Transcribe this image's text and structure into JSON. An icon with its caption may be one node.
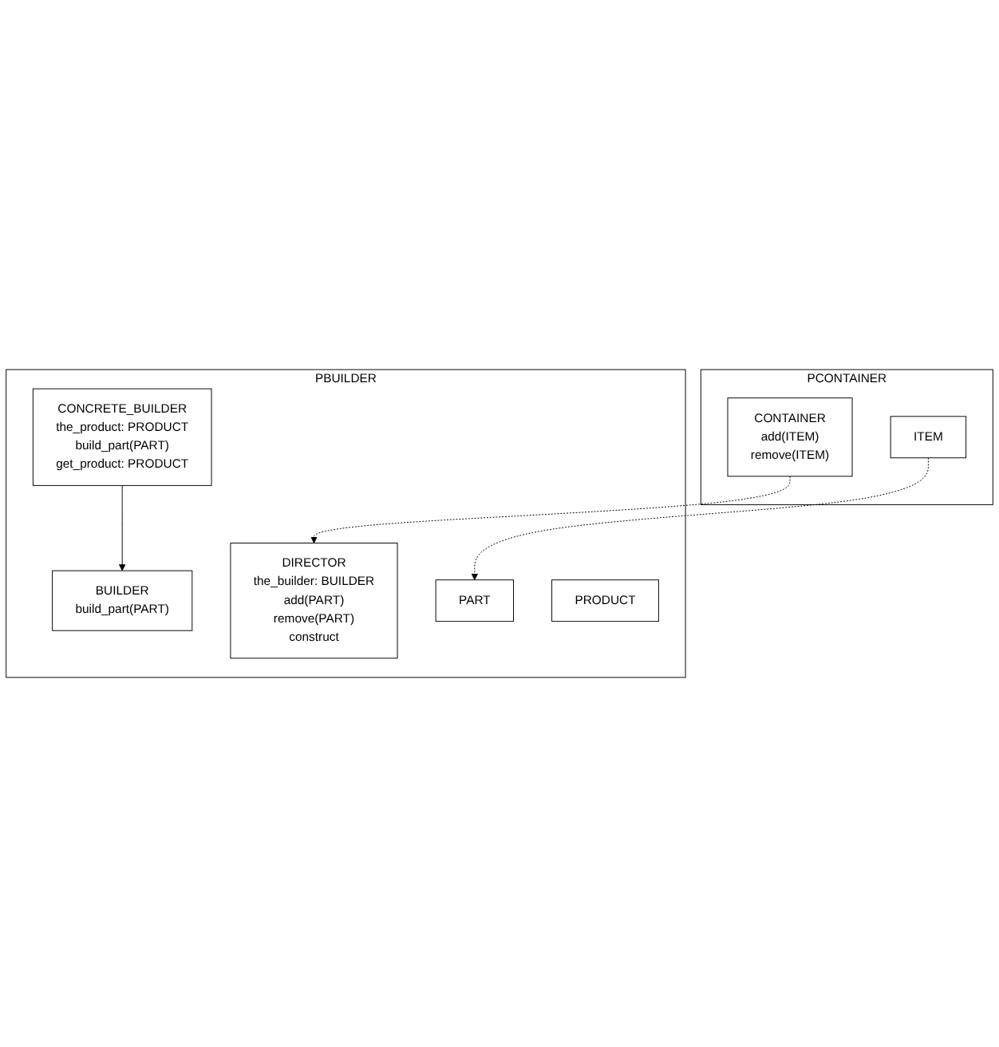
{
  "diagram": {
    "nodes": [
      {
        "text": [
          "PCONTAINER"
        ]
      },
      {
        "text": [
          "CONTAINER",
          "add(ITEM)",
          "remove(ITEM)"
        ],
        "in": 0
      },
      {
        "text": [
          "ITEM"
        ],
        "in": 0
      },
      {
        "text": [
          "PBUILDER"
        ]
      },
      {
        "text": [
          "DIRECTOR",
          "the_builder: BUILDER",
          "add(PART)",
          "remove(PART)",
          "construct"
        ],
        "in": 3
      },
      {
        "text": [
          "BUILDER",
          "build_part(PART)"
        ],
        "in": 3
      },
      {
        "text": [
          "PART"
        ],
        "in": 3
      },
      {
        "text": [
          "CONCRETE_BUILDER",
          "the_product: PRODUCT",
          "build_part(PART)",
          "get_product: PRODUCT"
        ],
        "in": 3
      },
      {
        "text": [
          "PRODUCT"
        ],
        "in": 3
      }
    ],
    "edges": [
      {
        "from": 1,
        "to": 4,
        "arrow": "to",
        "style": "dashed"
      },
      {
        "from": 2,
        "to": 6,
        "arrow": "to",
        "style": "dashed"
      },
      {
        "from": 7,
        "to": 5,
        "arrow": "to"
      }
    ]
  }
}
